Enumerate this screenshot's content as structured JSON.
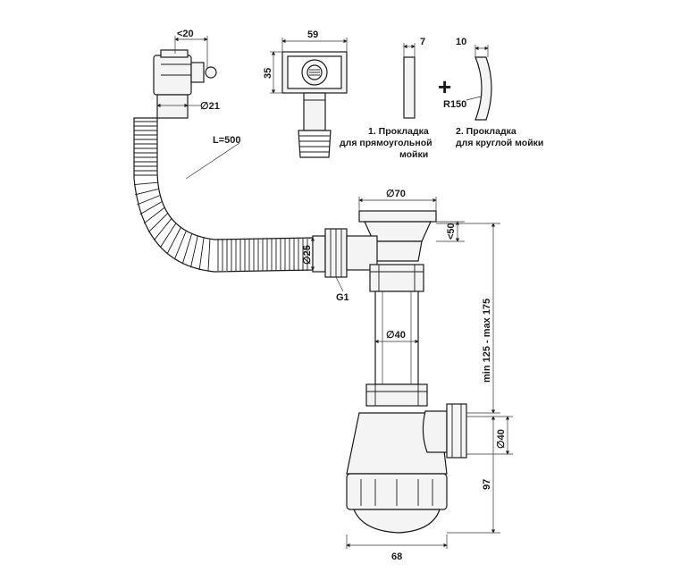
{
  "dimensions": {
    "top_width_limit": "<20",
    "rect_width": "59",
    "rect_height": "35",
    "gasket1_thickness": "7",
    "gasket2_thickness": "10",
    "radius": "R150",
    "overflow_dia": "∅21",
    "hose_length": "L=500",
    "hose_dia": "∅25",
    "thread": "G1",
    "drain_dia": "∅70",
    "drain_height": "<50",
    "tube_dia": "∅40",
    "height_range": "min 125 - max 175",
    "outlet_dia": "∅40",
    "bottle_height": "97",
    "bottle_width": "68"
  },
  "captions": {
    "gasket1_line1": "1. Прокладка",
    "gasket1_line2": "для прямоугольной",
    "gasket1_line3": "мойки",
    "gasket2_line1": "2. Прокладка",
    "gasket2_line2": "для круглой мойки",
    "plus_sign": "+"
  }
}
